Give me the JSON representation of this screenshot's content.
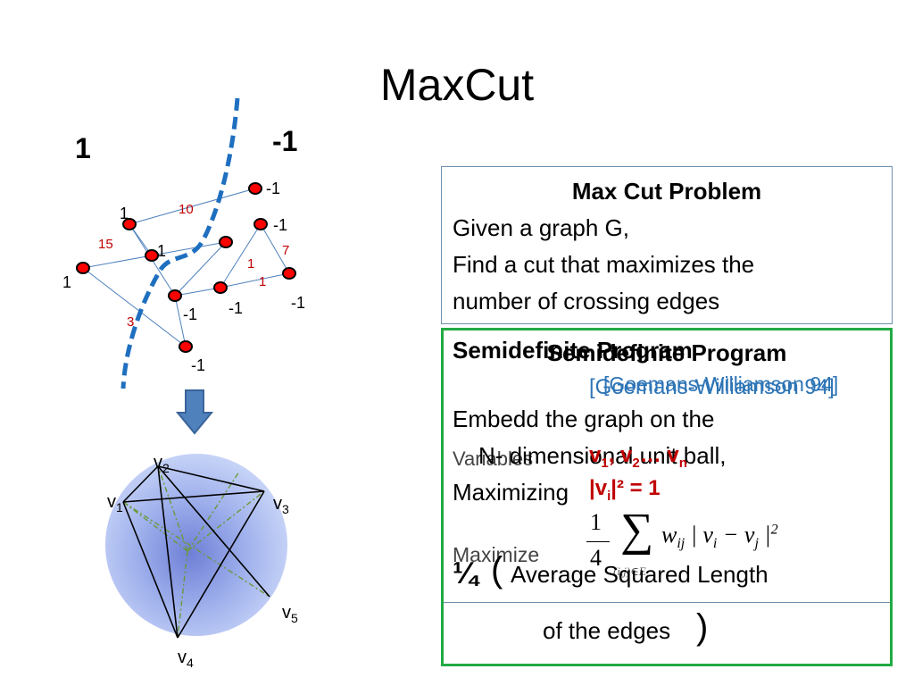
{
  "title": "MaxCut",
  "side_labels": {
    "left": "1",
    "right": "-1"
  },
  "graph": {
    "node_labels": [
      "-1",
      "1",
      "-1",
      "1",
      "1",
      "-1",
      "-1",
      "-1",
      "-1"
    ],
    "edge_weights": [
      "10",
      "15",
      "7",
      "1",
      "1",
      "3"
    ],
    "node_color": "#ff0000",
    "edge_color": "#4f81bd",
    "cut_color": "#1f6fbf",
    "weight_color": "#c00000"
  },
  "sphere": {
    "vertex_labels": {
      "v1": {
        "base": "v",
        "sub": "1"
      },
      "v2": {
        "base": "v",
        "sub": "2"
      },
      "v3": {
        "base": "v",
        "sub": "3"
      },
      "v4": {
        "base": "v",
        "sub": "4"
      },
      "v5": {
        "base": "v",
        "sub": "5"
      }
    },
    "fill_color": "#c6d3f7",
    "dash_color": "#6a9a3a"
  },
  "problem_box": {
    "heading": "Max Cut Problem",
    "lines": [
      "Given a graph G,",
      "Find a cut that maximizes the",
      "number of crossing edges"
    ]
  },
  "sdp_box": {
    "heading": "Semidefinite Program",
    "heading_overlap": "Semidefinite Program",
    "citation": "[Goemans-Williamson 94]",
    "citation_overlap": "[Goemans-Williamson 94]",
    "lines": [
      "Embedd the graph on the",
      "N- dimensional unit ball,",
      "Maximizing"
    ],
    "variables_label": "Variables",
    "variables_values": {
      "v": "v",
      "sub1": "1",
      "sep": ", v",
      "sub2": "2",
      "dots": "… v",
      "subn": "n"
    },
    "constraint": {
      "prefix": "|v",
      "sub": "i",
      "suffix": "|² = 1"
    },
    "maximize_label": "Maximize",
    "formula": {
      "frac_num": "1",
      "frac_den": "4",
      "sum_symbol": "∑",
      "summand": "w",
      "summand_sub": "ij",
      "abs_expr": "| v",
      "abs_sub_i": "i",
      "minus": " − v",
      "abs_sub_j": "j",
      "tail": " |",
      "power": "2",
      "sum_index": "(i,j)∈E"
    },
    "quarter": "¼",
    "avg_text": "Average Squared Length",
    "edges_text": "of the edges"
  }
}
